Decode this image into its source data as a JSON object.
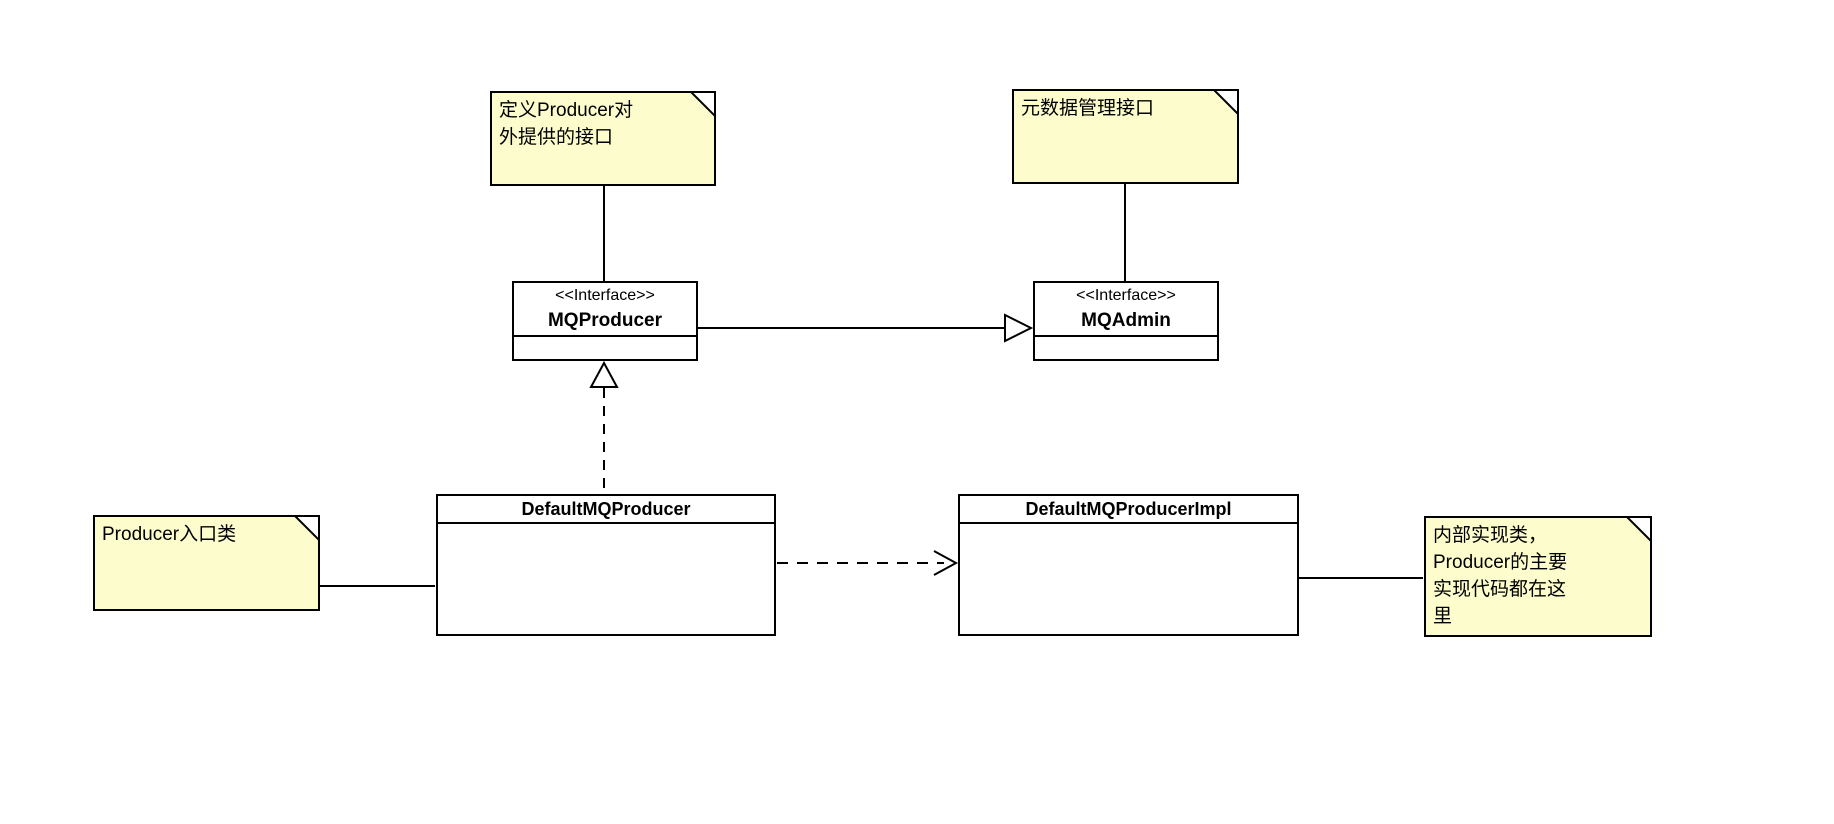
{
  "diagram": {
    "type": "uml-class-diagram",
    "background_color": "#ffffff",
    "line_color": "#000000",
    "note_fill_color": "#FCFCCD",
    "classes": [
      {
        "stereotype": "<<Interface>>",
        "name": "MQProducer"
      },
      {
        "stereotype": "<<Interface>>",
        "name": "MQAdmin"
      },
      {
        "name": "DefaultMQProducer"
      },
      {
        "name": "DefaultMQProducerImpl"
      }
    ],
    "notes": [
      {
        "text": "定义Producer对\n外提供的接口",
        "attached_to": "MQProducer"
      },
      {
        "text": "元数据管理接口",
        "attached_to": "MQAdmin"
      },
      {
        "text": "Producer入口类",
        "attached_to": "DefaultMQProducer"
      },
      {
        "text": "内部实现类，\nProducer的主要\n实现代码都在这\n里",
        "attached_to": "DefaultMQProducerImpl"
      }
    ],
    "relations": [
      {
        "type": "generalization",
        "from": "MQProducer",
        "to": "MQAdmin",
        "line": "solid",
        "arrowhead": "hollow-triangle"
      },
      {
        "type": "realization",
        "from": "DefaultMQProducer",
        "to": "MQProducer",
        "line": "dashed",
        "arrowhead": "hollow-triangle"
      },
      {
        "type": "dependency",
        "from": "DefaultMQProducer",
        "to": "DefaultMQProducerImpl",
        "line": "dashed",
        "arrowhead": "open"
      }
    ]
  }
}
